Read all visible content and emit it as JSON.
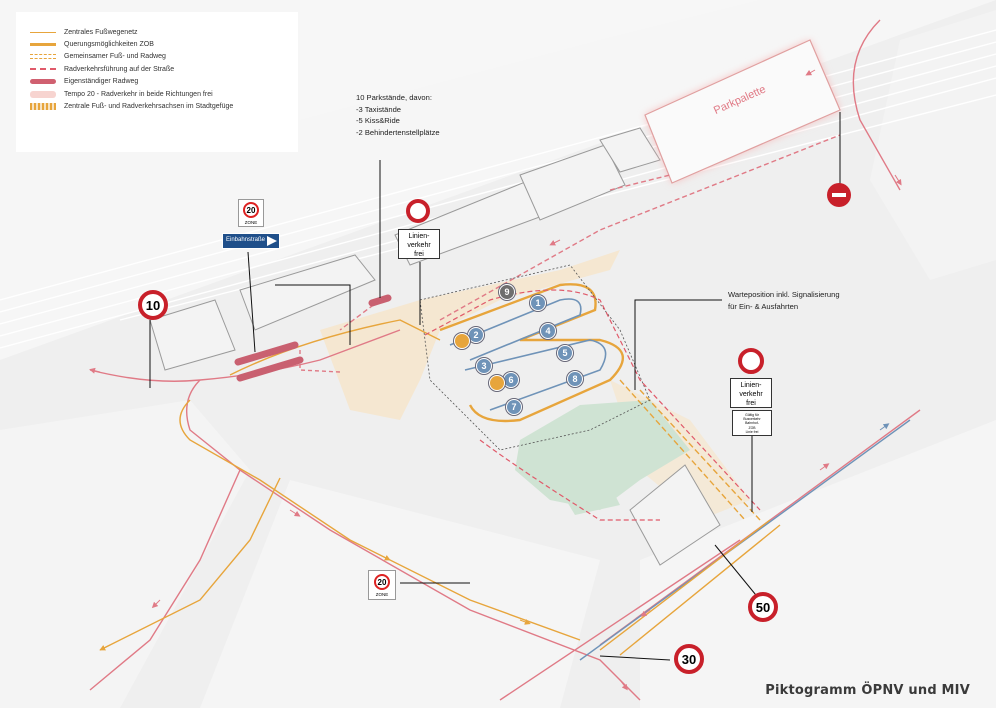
{
  "legend": {
    "items": [
      {
        "label": "Zentrales Fußwegenetz",
        "style": "thin",
        "color": "#e7a53c"
      },
      {
        "label": "Querungsmöglichkeiten ZOB",
        "style": "thick",
        "color": "#e7a53c"
      },
      {
        "label": "Gemeinsamer Fuß- und Radweg",
        "style": "dashed-pair",
        "color": "#e7a53c"
      },
      {
        "label": "Radverkehrsführung auf der Straße",
        "style": "dashed",
        "color": "#e05a6a"
      },
      {
        "label": "Eigenständiger Radweg",
        "style": "solid-thick",
        "color": "#d06070"
      },
      {
        "label": "Tempo 20 - Radverkehr in beide Richtungen frei",
        "style": "area",
        "color": "#f7d4d0"
      },
      {
        "label": "Zentrale Fuß- und Radverkehrsachsen im Stadtgefüge",
        "style": "hatched",
        "color": "#e7a53c"
      }
    ]
  },
  "notes": {
    "parking": [
      "10 Parkstände, davon:",
      "-3 Taxistände",
      "-5 Kiss&Ride",
      "-2 Behindertenstellplätze"
    ],
    "waiting": [
      "Warteposition inkl. Signalisierung",
      "für Ein- & Ausfahrten"
    ]
  },
  "labels": {
    "parkpalette": "Parkpalette",
    "einbahnstrasse": "Einbahnstraße",
    "linien_line1": "Linien-",
    "linien_line2": "verkehr",
    "linien_line3": "frei",
    "zone_number": "20",
    "zone_word": "ZONE",
    "bus_small": [
      "Gültig für",
      "Busverkehr",
      "Bahnhof-",
      "ZOB",
      "Linie frei"
    ]
  },
  "speed_limits": [
    "10",
    "50",
    "30"
  ],
  "bus_bays": [
    {
      "number": "1",
      "kind": "bus"
    },
    {
      "number": "2",
      "kind": "bus"
    },
    {
      "number": "3",
      "kind": "bus"
    },
    {
      "number": "4",
      "kind": "bus"
    },
    {
      "number": "5",
      "kind": "bus"
    },
    {
      "number": "6",
      "kind": "bus"
    },
    {
      "number": "7",
      "kind": "bus"
    },
    {
      "number": "8",
      "kind": "bus"
    },
    {
      "number": "9",
      "kind": "reserve"
    },
    {
      "number": "",
      "kind": "orange"
    },
    {
      "number": "",
      "kind": "orange"
    }
  ],
  "title": "Piktogramm ÖPNV und MIV",
  "colors": {
    "foot": "#e7a53c",
    "bike": "#e05a6a",
    "bus": "#6f93b8",
    "building_fill": "#f3f3f3",
    "green": "#cfe3d3",
    "beige": "#f5e7d1",
    "reserve": "#6e6e6e"
  }
}
